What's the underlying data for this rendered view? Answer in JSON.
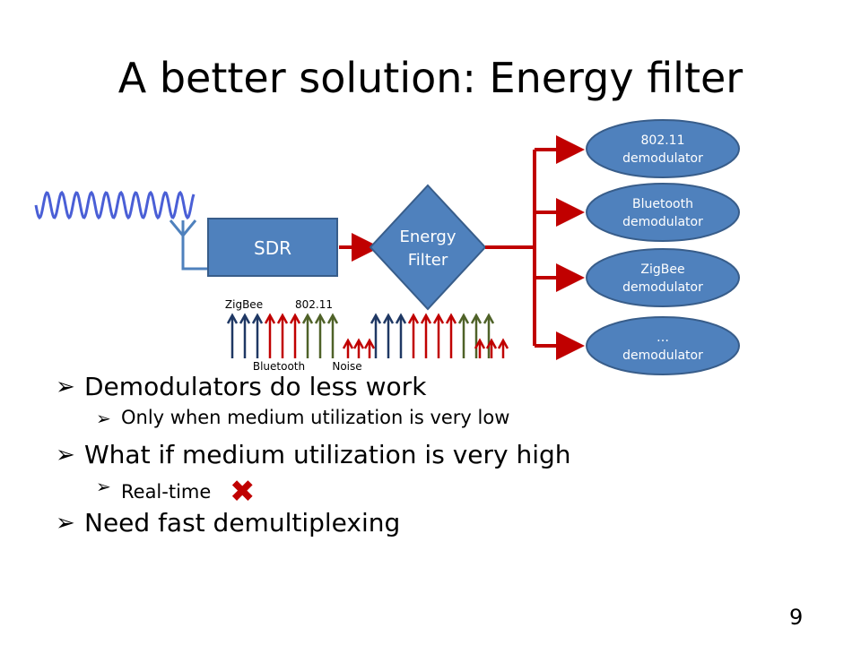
{
  "slide": {
    "title": "A better solution: Energy filter",
    "page_number": "9"
  },
  "diagram": {
    "sdr_label": "SDR",
    "filter_label_line1": "Energy",
    "filter_label_line2": "Filter",
    "demodulators": [
      {
        "line1": "802.11",
        "line2": "demodulator"
      },
      {
        "line1": "Bluetooth",
        "line2": "demodulator"
      },
      {
        "line1": "ZigBee",
        "line2": "demodulator"
      },
      {
        "line1": "…",
        "line2": "demodulator"
      }
    ],
    "spectrum_labels": {
      "zigbee": "ZigBee",
      "wifi": "802.11",
      "bluetooth": "Bluetooth",
      "noise": "Noise"
    },
    "colors": {
      "box_fill": "#4f81bd",
      "box_stroke": "#385d8a",
      "arrow_red": "#c00000",
      "zigbee": "#1f3864",
      "bluetooth": "#c00000",
      "wifi": "#4f6228",
      "wave": "#4a5fd6"
    }
  },
  "bullets": [
    {
      "level": 1,
      "text": "Demodulators do less work"
    },
    {
      "level": 2,
      "text": "Only when medium utilization is very low"
    },
    {
      "level": 1,
      "text": "What if medium utilization is very high"
    },
    {
      "level": 2,
      "text": "Real-time",
      "mark": "✖"
    },
    {
      "level": 1,
      "text": "Need fast demultiplexing"
    }
  ]
}
